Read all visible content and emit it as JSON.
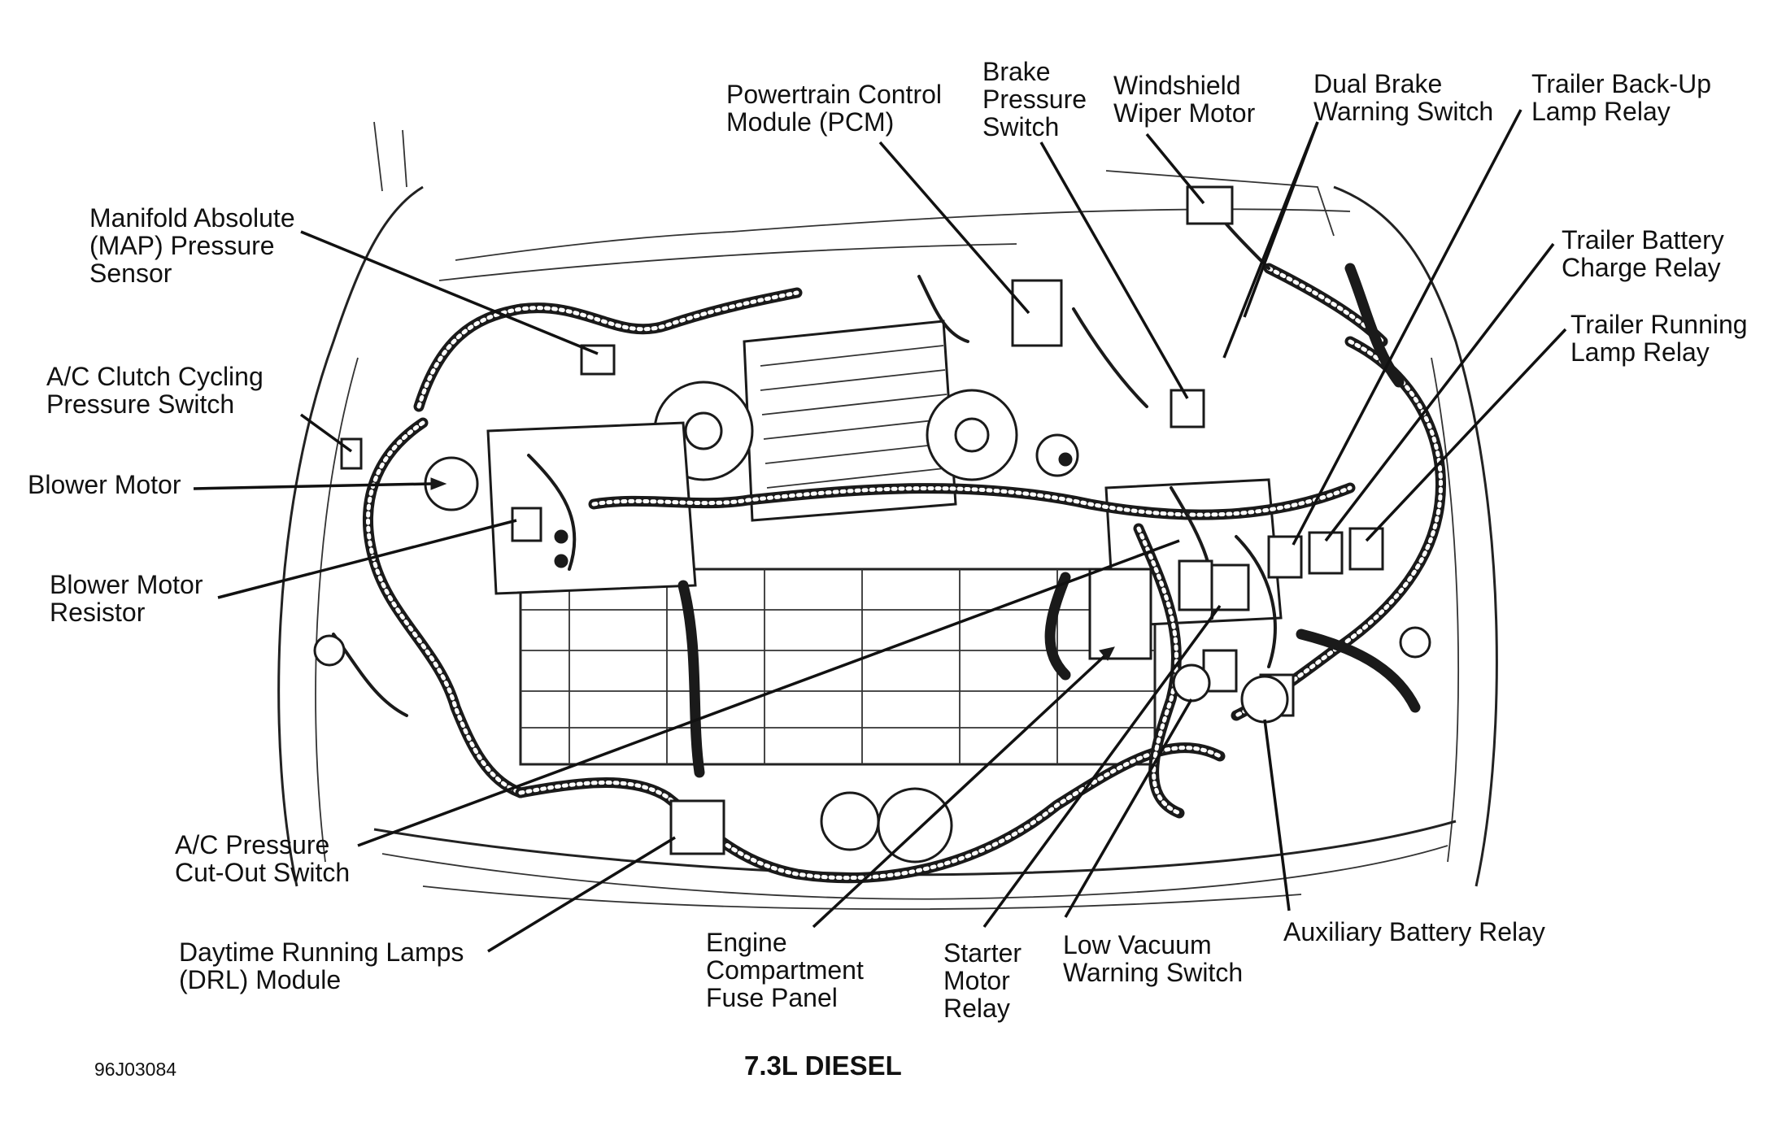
{
  "figure": {
    "title": "7.3L DIESEL",
    "code": "96J03084"
  },
  "labels": {
    "map_sensor": [
      "Manifold Absolute",
      "(MAP) Pressure",
      "Sensor"
    ],
    "ac_clutch_switch": [
      "A/C Clutch Cycling",
      "Pressure Switch"
    ],
    "blower_motor": [
      "Blower Motor"
    ],
    "blower_resistor": [
      "Blower Motor",
      "Resistor"
    ],
    "ac_cutout_switch": [
      "A/C Pressure",
      "Cut-Out Switch"
    ],
    "drl_module": [
      "Daytime Running Lamps",
      "(DRL) Module"
    ],
    "pcm": [
      "Powertrain Control",
      "Module (PCM)"
    ],
    "brake_pressure_switch": [
      "Brake",
      "Pressure",
      "Switch"
    ],
    "wiper_motor": [
      "Windshield",
      "Wiper Motor"
    ],
    "dual_brake_switch": [
      "Dual Brake",
      "Warning Switch"
    ],
    "trailer_backup_relay": [
      "Trailer Back-Up",
      "Lamp Relay"
    ],
    "trailer_battery_relay": [
      "Trailer Battery",
      "Charge Relay"
    ],
    "trailer_running_relay": [
      "Trailer Running",
      "Lamp Relay"
    ],
    "fuse_panel": [
      "Engine",
      "Compartment",
      "Fuse Panel"
    ],
    "starter_relay": [
      "Starter",
      "Motor",
      "Relay"
    ],
    "low_vacuum_switch": [
      "Low Vacuum",
      "Warning Switch"
    ],
    "aux_battery_relay": [
      "Auxiliary Battery Relay"
    ]
  }
}
